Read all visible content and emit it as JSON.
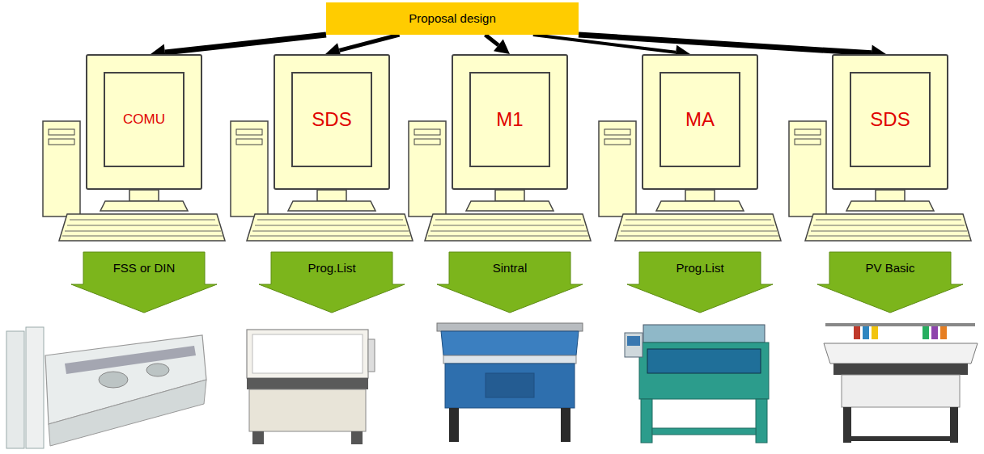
{
  "diagram": {
    "nodes": [
      {
        "text": [
          "Proposal design"
        ]
      },
      {
        "text": [
          "COMU"
        ]
      },
      {
        "text": [
          "SDS"
        ]
      },
      {
        "text": [
          "M1"
        ]
      },
      {
        "text": [
          "MA"
        ]
      },
      {
        "text": [
          "SDS"
        ]
      },
      {
        "text": [
          "FSS or DIN"
        ]
      },
      {
        "text": [
          "Prog.List"
        ]
      },
      {
        "text": [
          "Sintral"
        ]
      },
      {
        "text": [
          "Prog.List"
        ]
      },
      {
        "text": [
          "PV Basic"
        ]
      }
    ],
    "edges": [
      {
        "from": 0,
        "to": 1,
        "arrow": "to"
      },
      {
        "from": 0,
        "to": 2,
        "arrow": "to"
      },
      {
        "from": 0,
        "to": 3,
        "arrow": "to"
      },
      {
        "from": 0,
        "to": 4,
        "arrow": "to"
      },
      {
        "from": 0,
        "to": 5,
        "arrow": "to"
      }
    ]
  }
}
